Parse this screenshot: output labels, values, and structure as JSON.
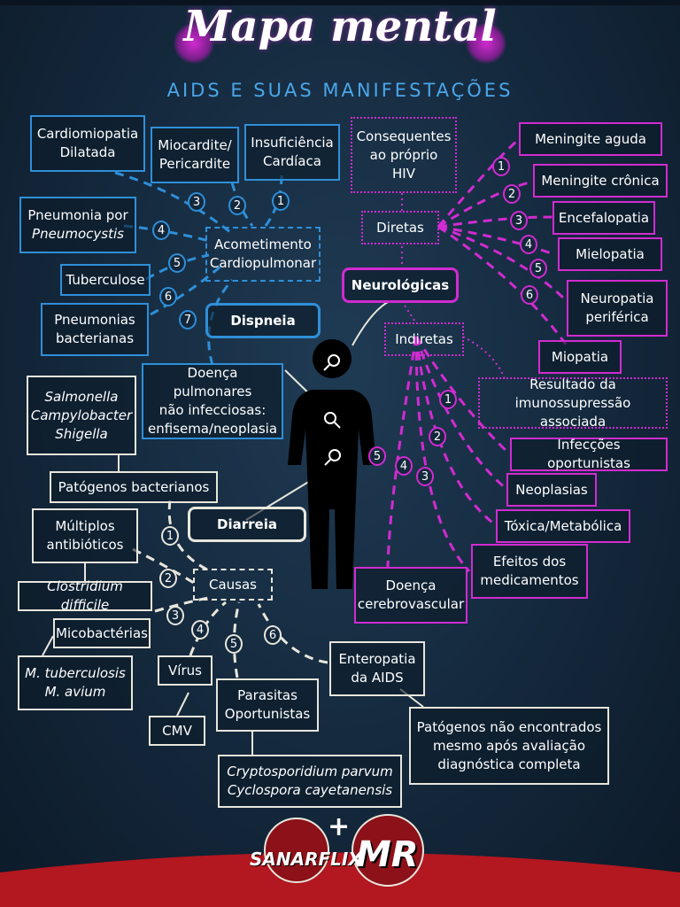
{
  "title": "Mapa mental",
  "subtitle": "AIDS E SUAS MANIFESTAÇÕES",
  "colors": {
    "blue": "#2f8fd8",
    "magenta": "#d12bd1",
    "cream": "#e8e6dc",
    "background": "#14283c"
  },
  "icons": [
    "virus-icon",
    "person-figure-icon",
    "magnifier-icon"
  ],
  "hubs": {
    "dispneia": "Dispneia",
    "neurologicas": "Neurológicas",
    "diarreia": "Diarreia"
  },
  "cardio": {
    "center": "Acometimento\nCardiopulmonar",
    "items": [
      "Insuficiência\nCardíaca",
      "Miocardite/\nPericardite",
      "Cardiomiopatia\nDilatada",
      "Pneumonia por\nPneumocystis",
      "Tuberculose",
      "Pneumonias\nbacterianas",
      "Doença pulmonares\nnão infecciosas:\nenfisema/neoplasia"
    ],
    "numbers": [
      "1",
      "2",
      "3",
      "4",
      "5",
      "6",
      "7"
    ]
  },
  "neuro": {
    "consequentes": "Consequentes\nao próprio\nHIV",
    "diretas": "Diretas",
    "diretas_items": [
      "Meningite aguda",
      "Meningite crônica",
      "Encefalopatia",
      "Mielopatia",
      "Neuropatia\nperiférica",
      "Miopatia"
    ],
    "diretas_numbers": [
      "1",
      "2",
      "3",
      "4",
      "5",
      "6"
    ],
    "indiretas": "Indiretas",
    "resultado": "Resultado da\nimunossupressão associada",
    "indiretas_items": [
      "Infecções oportunistas",
      "Neoplasias",
      "Tóxica/Metabólica",
      "Efeitos dos\nmedicamentos",
      "Doença\ncerebrovascular"
    ],
    "indiretas_numbers": [
      "1",
      "2",
      "3",
      "4",
      "5"
    ]
  },
  "diarreia": {
    "causas": "Causas",
    "salmonella": "Salmonella\nCampylobacter\nShigella",
    "patogenos_bacterianos": "Patógenos bacterianos",
    "multiplos": "Múltiplos\nantibióticos",
    "clostridium": "Clostridium difficile",
    "micobacterias": "Micobactérias",
    "mtb": "M. tuberculosis\nM. avium",
    "virus": "Vírus",
    "cmv": "CMV",
    "parasitas": "Parasitas\nOportunistas",
    "crypto": "Cryptosporidium parvum\nCyclospora cayetanensis",
    "enteropatia": "Enteropatia\nda AIDS",
    "patogenos_nao": "Patógenos não encontrados\nmesmo após avaliação\ndiagnóstica completa",
    "numbers": [
      "1",
      "2",
      "3",
      "4",
      "5",
      "6"
    ]
  },
  "logos": {
    "brand1": "SANARFLIX",
    "brand2": "MR"
  }
}
